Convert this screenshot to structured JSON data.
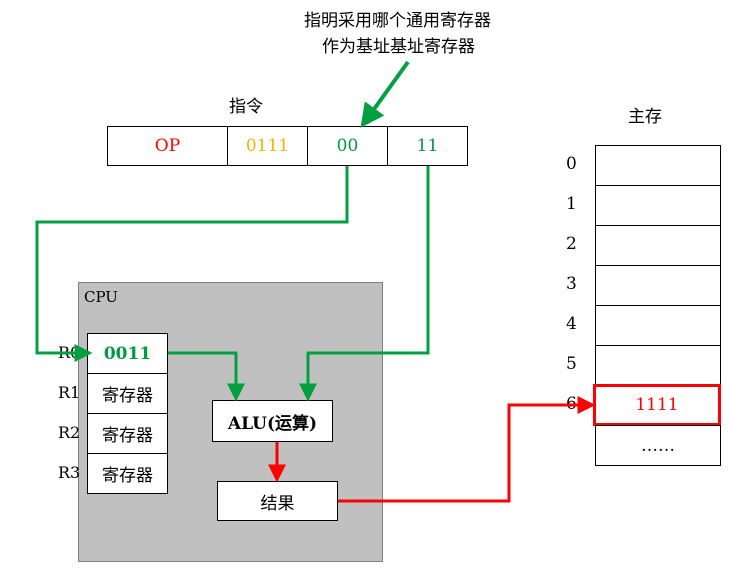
{
  "annotation": {
    "line1": "指明采用哪个通用寄存器",
    "line2": "作为基址基址寄存器"
  },
  "instruction": {
    "label": "指令",
    "fields": [
      {
        "text": "OP",
        "color": "#ff0000"
      },
      {
        "text": "0111",
        "color": "#f0b400"
      },
      {
        "text": "00",
        "color": "#009944"
      },
      {
        "text": "11",
        "color": "#009944"
      }
    ]
  },
  "cpu": {
    "label": "CPU",
    "registers": [
      {
        "name": "R0",
        "value": "0011",
        "color": "#009944"
      },
      {
        "name": "R1",
        "value": "寄存器",
        "color": "#000000"
      },
      {
        "name": "R2",
        "value": "寄存器",
        "color": "#000000"
      },
      {
        "name": "R3",
        "value": "寄存器",
        "color": "#000000"
      }
    ],
    "alu": "ALU(运算)",
    "result": "结果"
  },
  "memory": {
    "label": "主存",
    "rows": [
      {
        "address": "0",
        "content": ""
      },
      {
        "address": "1",
        "content": ""
      },
      {
        "address": "2",
        "content": ""
      },
      {
        "address": "3",
        "content": ""
      },
      {
        "address": "4",
        "content": ""
      },
      {
        "address": "5",
        "content": ""
      },
      {
        "address": "6",
        "content": "1111"
      },
      {
        "address": "",
        "content": "……"
      }
    ],
    "highlight_color": "#ff0000"
  },
  "colors": {
    "green_arrow": "#00a040",
    "red_arrow": "#ff0000",
    "cpu_fill": "#c0c0c0"
  }
}
